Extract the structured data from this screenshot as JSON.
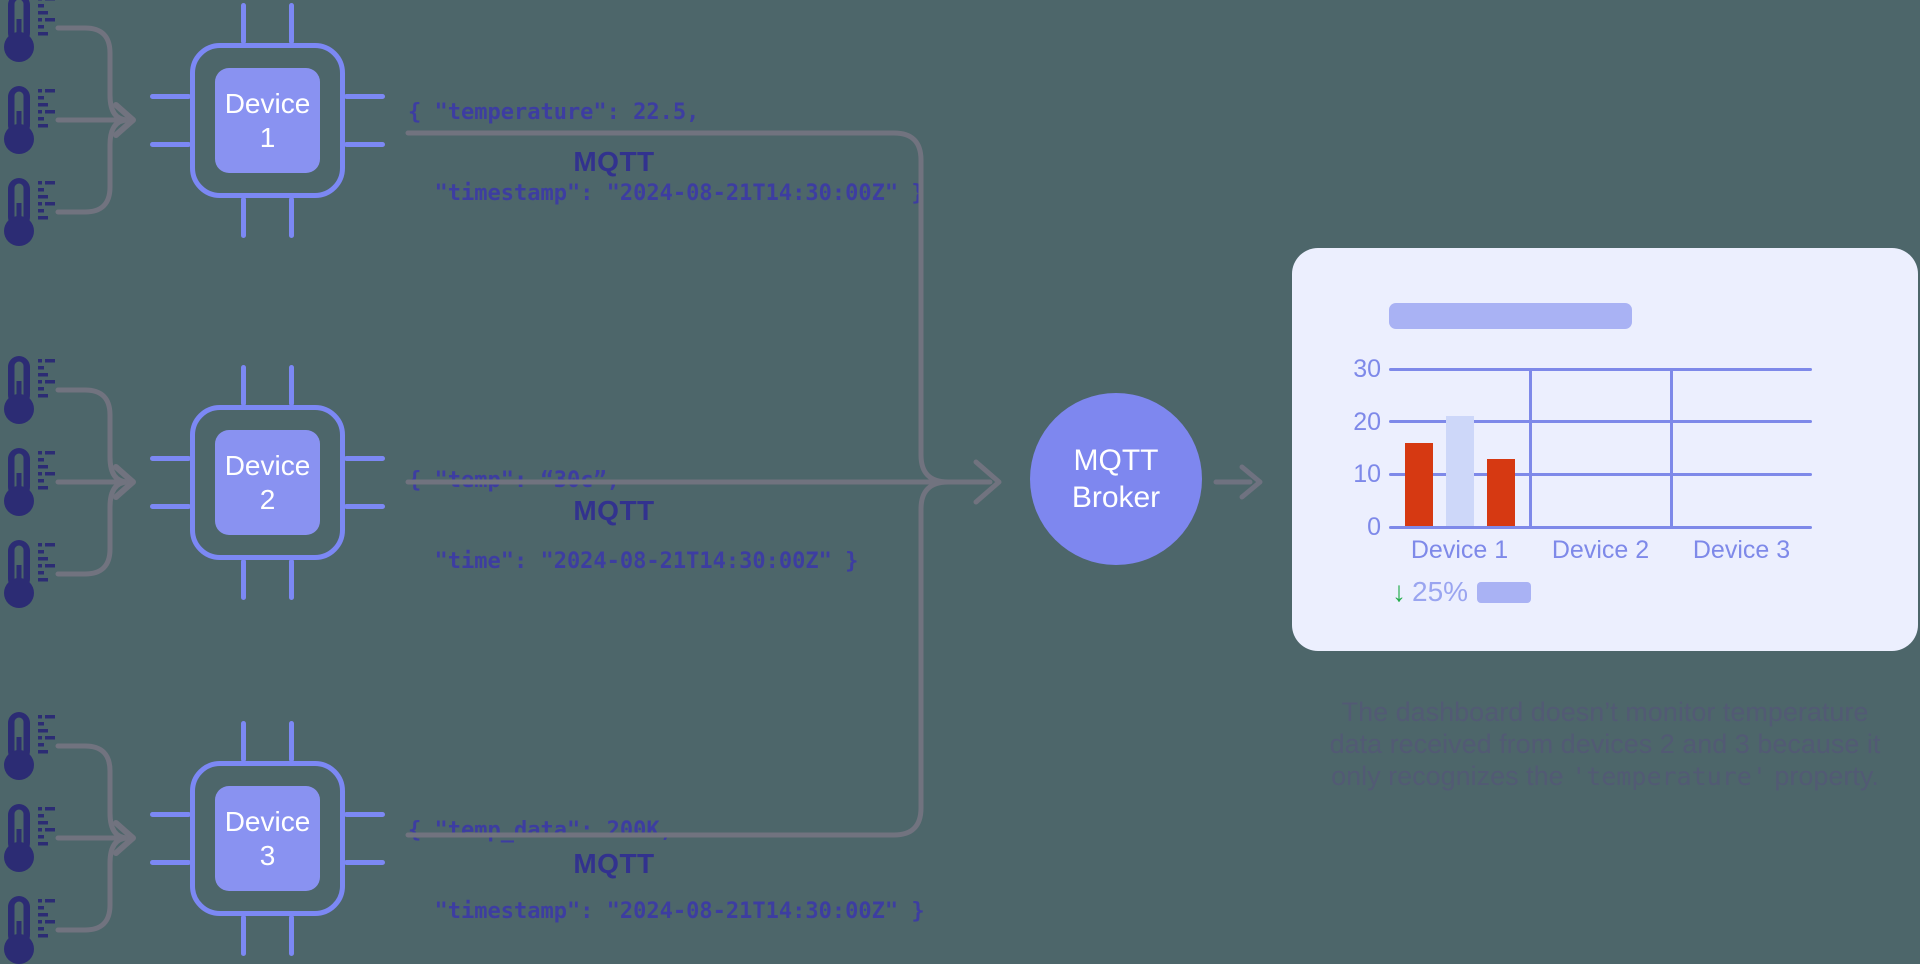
{
  "colors": {
    "background": "#4d666a",
    "chip_stroke": "#7c88f4",
    "chip_fill": "#8992f1",
    "broker_fill": "#7e87ef",
    "thermometer": "#2c2c74",
    "connector_gray": "#71737f",
    "payload_text": "#3d3da1",
    "mqtt_label": "#32328e",
    "card_background": "#eceffe",
    "title_placeholder": "#a9b2f4",
    "axis": "#7e89e9",
    "bar_red": "#d63912",
    "bar_highlight": "#cdd7f9",
    "kpi_green": "#27ae4e",
    "kpi_text": "#9aa5f0",
    "caption_text": "#525a74"
  },
  "devices": [
    {
      "label_word": "Device",
      "label_num": "1",
      "payload_lines": [
        "{ \"temperature\": 22.5,",
        "  \"timestamp\": \"2024-08-21T14:30:00Z\" }"
      ],
      "protocol_label": "MQTT"
    },
    {
      "label_word": "Device",
      "label_num": "2",
      "payload_lines": [
        "{ \"temp\": “30c”,",
        "  \"time\": \"2024-08-21T14:30:00Z\" }"
      ],
      "protocol_label": "MQTT"
    },
    {
      "label_word": "Device",
      "label_num": "3",
      "payload_lines": [
        "{ \"temp_data\": 200K,",
        "  \"timestamp\": \"2024-08-21T14:30:00Z\" }"
      ],
      "protocol_label": "MQTT"
    }
  ],
  "broker": {
    "label": "MQTT Broker"
  },
  "chart_data": {
    "type": "bar",
    "title": "",
    "categories": [
      "Device 1",
      "Device 2",
      "Device 3"
    ],
    "ylim": [
      0,
      30
    ],
    "yticks": [
      0,
      10,
      20,
      30
    ],
    "grid": true,
    "legend": false,
    "axis_color": "#7e89e9",
    "bar_groups": [
      {
        "category": "Device 1",
        "bars": [
          {
            "value": 16,
            "color": "#d63912"
          },
          {
            "value": 21,
            "color": "#cdd7f9"
          },
          {
            "value": 13,
            "color": "#d63912"
          }
        ]
      },
      {
        "category": "Device 2",
        "bars": []
      },
      {
        "category": "Device 3",
        "bars": []
      }
    ]
  },
  "kpi": {
    "arrow_icon": "↓",
    "value": "25%"
  },
  "caption": {
    "line1": "The dashboard doesn’t monitor temperature",
    "line2": "data received from devices 2 and 3 because it",
    "line3_pre": "only recognizes the ",
    "line3_code": "'temperature'",
    "line3_post": " property."
  }
}
